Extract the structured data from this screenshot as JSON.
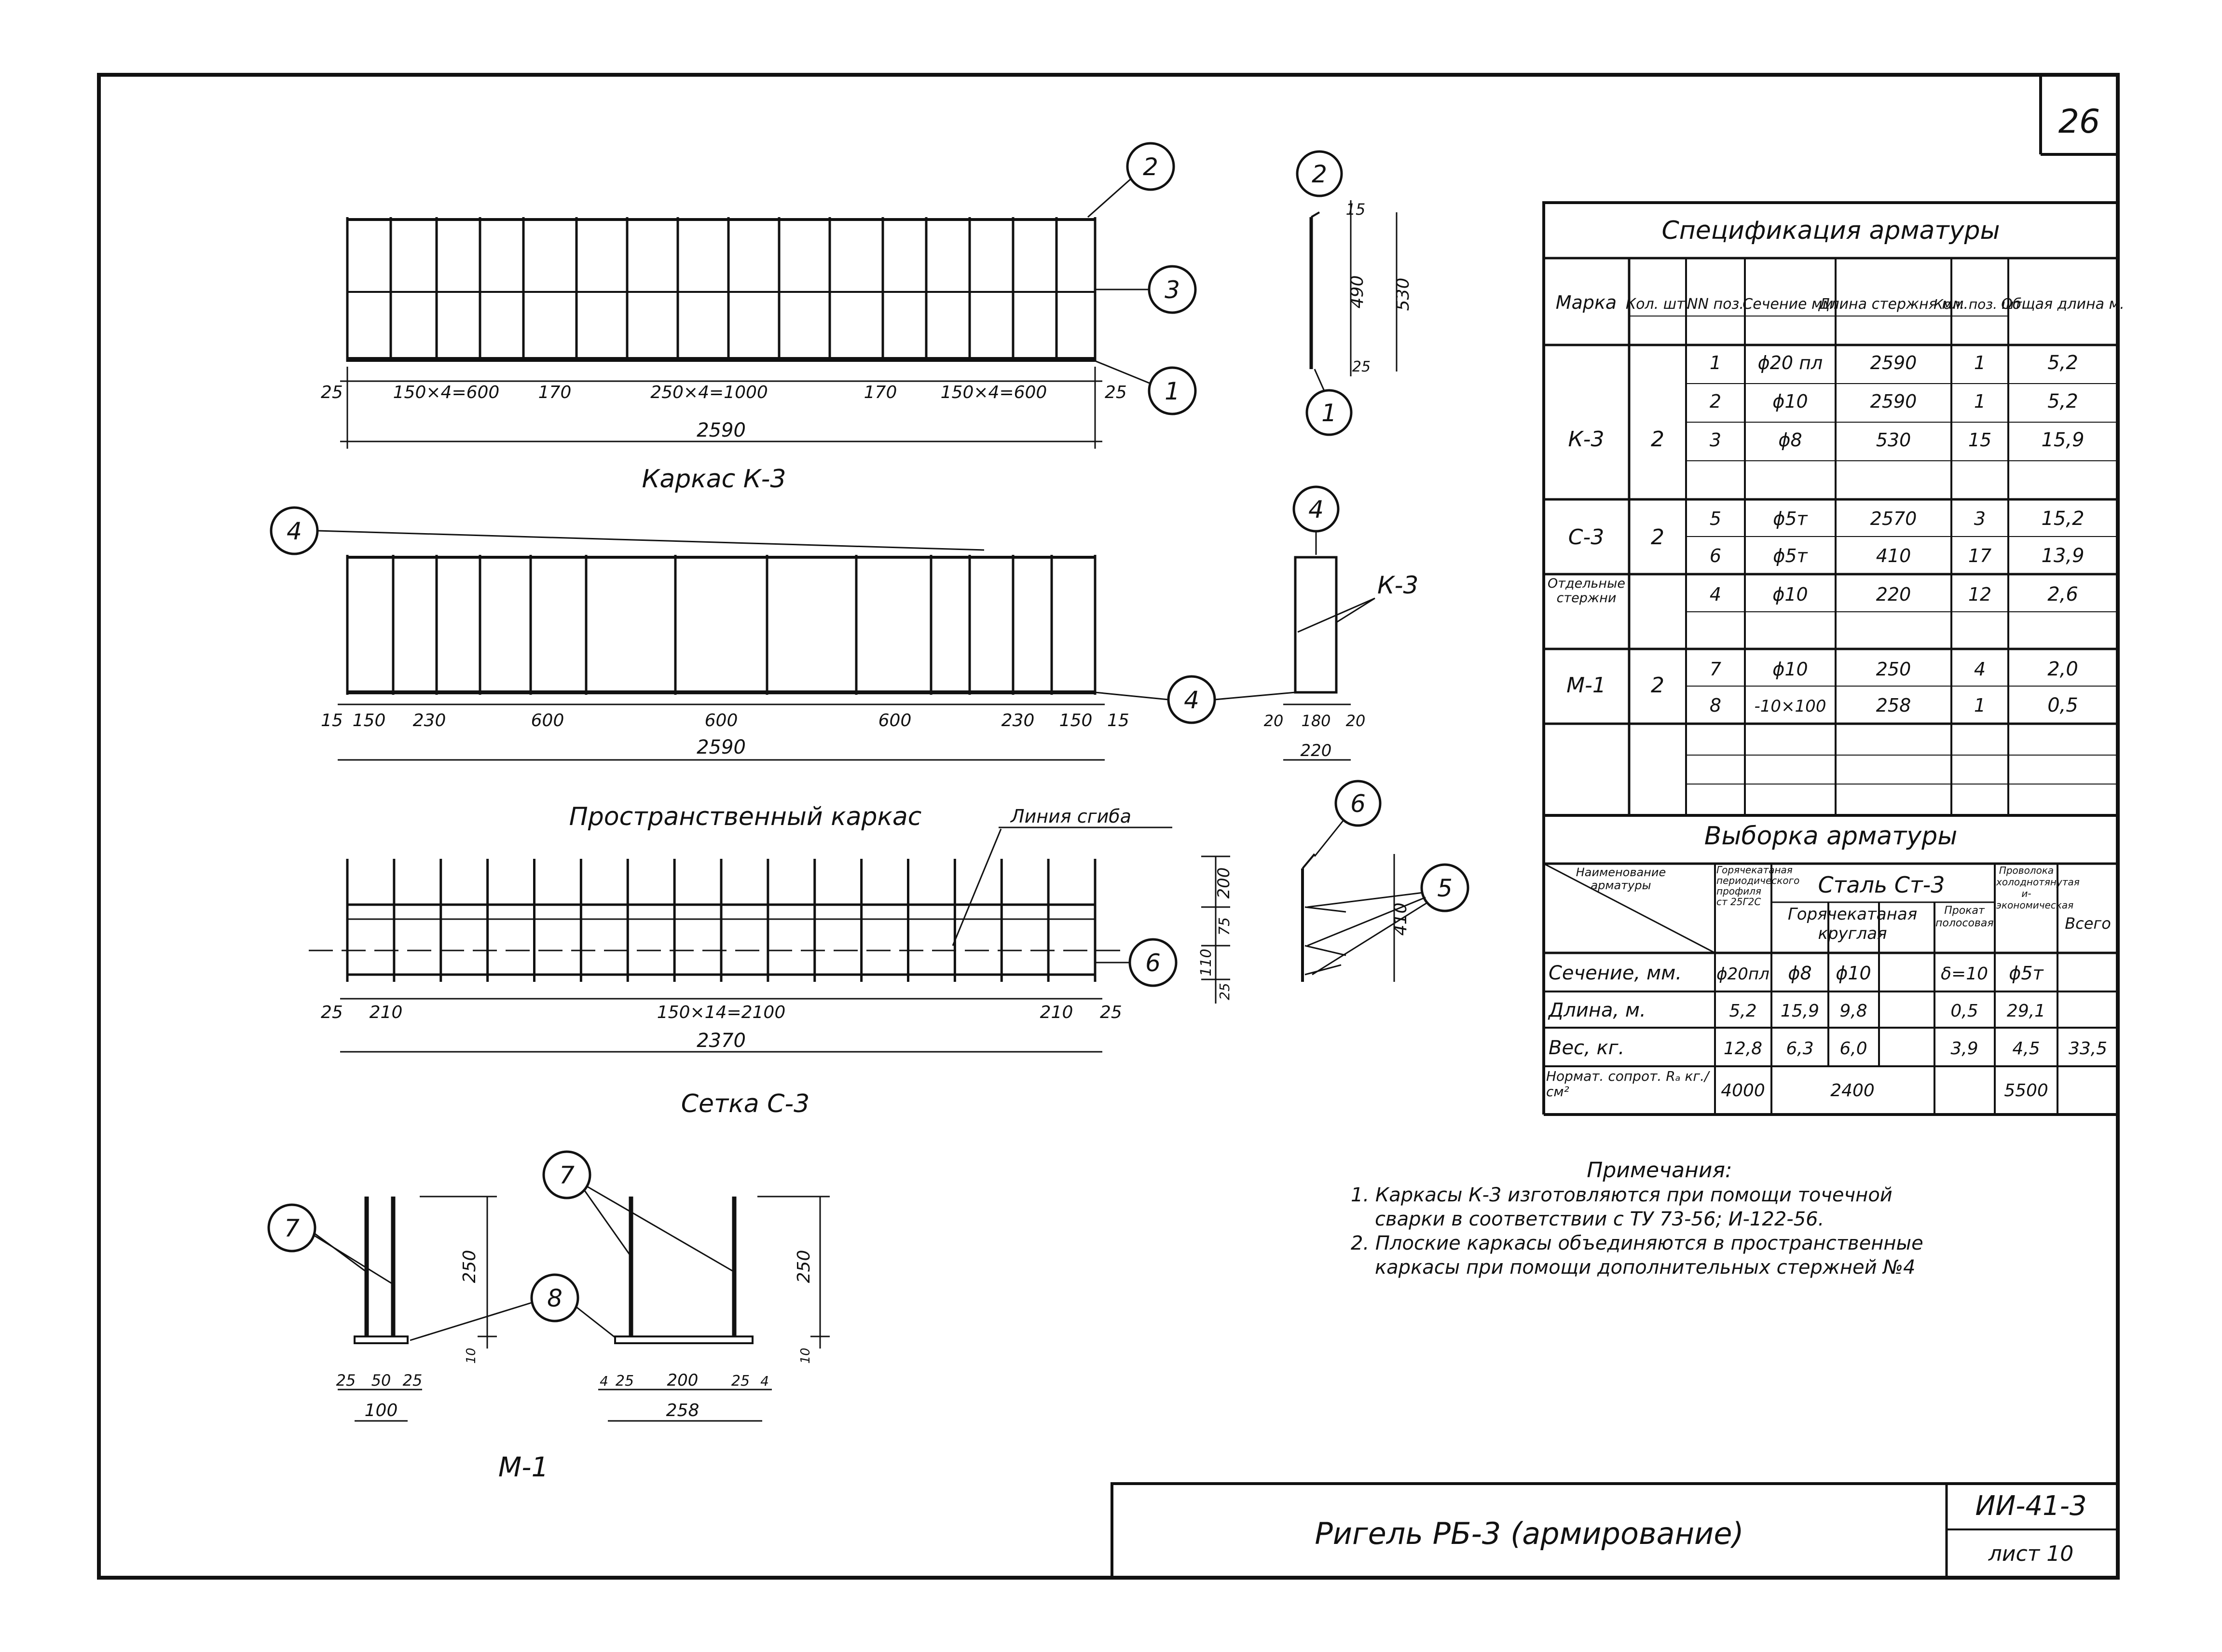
{
  "sheet": {
    "number": "26",
    "title": "Ригель РБ-3 (армирование)",
    "code": "ИИ-41-3",
    "page": "лист 10"
  },
  "k3": {
    "caption": "Каркас К-3",
    "dims": [
      "25",
      "150×4=600",
      "170",
      "250×4=1000",
      "170",
      "150×4=600",
      "25"
    ],
    "total": "2590",
    "side_dims": [
      "15",
      "490",
      "530",
      "25"
    ],
    "callouts": [
      "2",
      "3",
      "1"
    ],
    "side_callouts": [
      "2",
      "1"
    ]
  },
  "spatial": {
    "caption": "Пространственный каркас",
    "dims": [
      "15",
      "150",
      "230",
      "600",
      "600",
      "600",
      "230",
      "150",
      "15"
    ],
    "total": "2590",
    "side_dims": [
      "20",
      "180",
      "20"
    ],
    "side_total": "220",
    "label_k3": "К-3",
    "callouts": [
      "4",
      "4",
      "4"
    ]
  },
  "mesh": {
    "caption": "Сетка С-3",
    "bend_line": "Линия сгиба",
    "dims": [
      "25",
      "210",
      "150×14=2100",
      "210",
      "25"
    ],
    "total": "2370",
    "right_dims": [
      "200",
      "75",
      "110",
      "25"
    ],
    "side_dim": "410",
    "callouts": [
      "6",
      "6",
      "5"
    ]
  },
  "m1": {
    "caption": "М-1",
    "left_dims": [
      "25",
      "50",
      "25"
    ],
    "left_total": "100",
    "left_height": "250",
    "left_small": "10",
    "right_dims": [
      "4",
      "25",
      "200",
      "25",
      "4"
    ],
    "right_total": "258",
    "right_height": "250",
    "right_small": "10",
    "callouts": [
      "7",
      "7",
      "8"
    ]
  },
  "spec": {
    "title": "Спецификация арматуры",
    "headers": [
      "Марка",
      "Кол. шт.",
      "NN поз.",
      "Сечение мм.",
      "Длина стержня мм.",
      "Кол. поз. шт.",
      "Общая длина м."
    ],
    "groups": [
      {
        "mark": "К-3",
        "qty": "2",
        "rows": [
          [
            "1",
            "ϕ20 пл",
            "2590",
            "1",
            "5,2"
          ],
          [
            "2",
            "ϕ10",
            "2590",
            "1",
            "5,2"
          ],
          [
            "3",
            "ϕ8",
            "530",
            "15",
            "15,9"
          ]
        ]
      },
      {
        "mark": "С-3",
        "qty": "2",
        "rows": [
          [
            "5",
            "ϕ5т",
            "2570",
            "3",
            "15,2"
          ],
          [
            "6",
            "ϕ5т",
            "410",
            "17",
            "13,9"
          ]
        ]
      },
      {
        "mark": "Отдельные стержни",
        "qty": "",
        "rows": [
          [
            "4",
            "ϕ10",
            "220",
            "12",
            "2,6"
          ]
        ]
      },
      {
        "mark": "М-1",
        "qty": "2",
        "rows": [
          [
            "7",
            "ϕ10",
            "250",
            "4",
            "2,0"
          ],
          [
            "8",
            "-10×100",
            "258",
            "1",
            "0,5"
          ]
        ]
      }
    ]
  },
  "selection": {
    "title": "Выборка арматуры",
    "corner": "Наименование арматуры",
    "steel": "Сталь Ст-3",
    "col_hot_periodic": "Горячекатаная периодического профиля ст 25Г2С",
    "col_hot_round": "Горячекатаная круглая",
    "col_strip": "Прокат полосовая",
    "col_wire": "Проволока холоднотянутая и-экономическая",
    "col_total": "Всего",
    "rows": [
      {
        "label": "Сечение, мм.",
        "cells": [
          "ϕ20пл",
          "ϕ8",
          "ϕ10",
          "",
          "δ=10",
          "ϕ5т",
          ""
        ]
      },
      {
        "label": "Длина, м.",
        "cells": [
          "5,2",
          "15,9",
          "9,8",
          "",
          "0,5",
          "29,1",
          ""
        ]
      },
      {
        "label": "Вес, кг.",
        "cells": [
          "12,8",
          "6,3",
          "6,0",
          "",
          "3,9",
          "4,5",
          "33,5"
        ]
      }
    ],
    "norm_label": "Нормат. сопрот. Rₐ кг./см²",
    "norm_values": [
      "4000",
      "2400",
      "5500"
    ]
  },
  "notes": {
    "heading": "Примечания:",
    "lines": [
      "1. Каркасы К-3 изготовляются при помощи точечной",
      "сварки в соответствии с ТУ 73-56; И-122-56.",
      "2. Плоские каркасы объединяются в пространственные",
      "каркасы при помощи дополнительных стержней №4"
    ]
  }
}
